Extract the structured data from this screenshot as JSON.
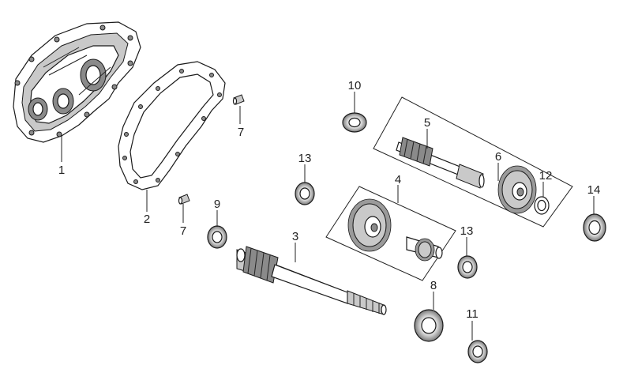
{
  "callouts": {
    "c1": "1",
    "c2": "2",
    "c3": "3",
    "c4": "4",
    "c5": "5",
    "c6": "6",
    "c7a": "7",
    "c7b": "7",
    "c8": "8",
    "c9": "9",
    "c10": "10",
    "c11": "11",
    "c12": "12",
    "c13a": "13",
    "c13b": "13",
    "c14": "14"
  }
}
